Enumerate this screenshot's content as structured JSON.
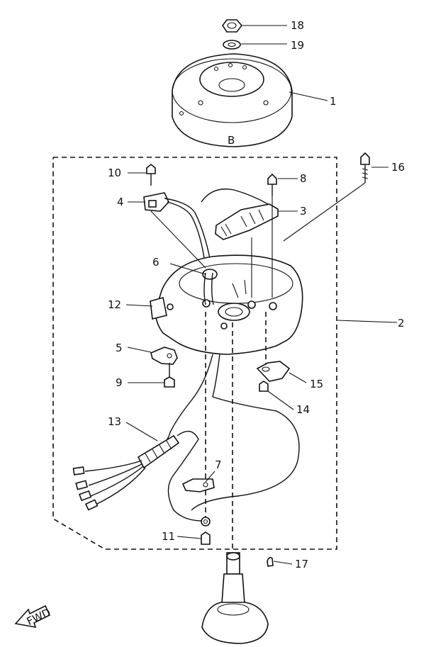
{
  "callouts": {
    "c1": "1",
    "c2": "2",
    "c3": "3",
    "c4": "4",
    "c5": "5",
    "c6": "6",
    "c7": "7",
    "c8": "8",
    "c9": "9",
    "c10": "10",
    "c11": "11",
    "c12": "12",
    "c13": "13",
    "c14": "14",
    "c15": "15",
    "c16": "16",
    "c17": "17",
    "c18": "18",
    "c19": "19"
  },
  "fwd_label": "FWD",
  "flywheel_mark": "B"
}
